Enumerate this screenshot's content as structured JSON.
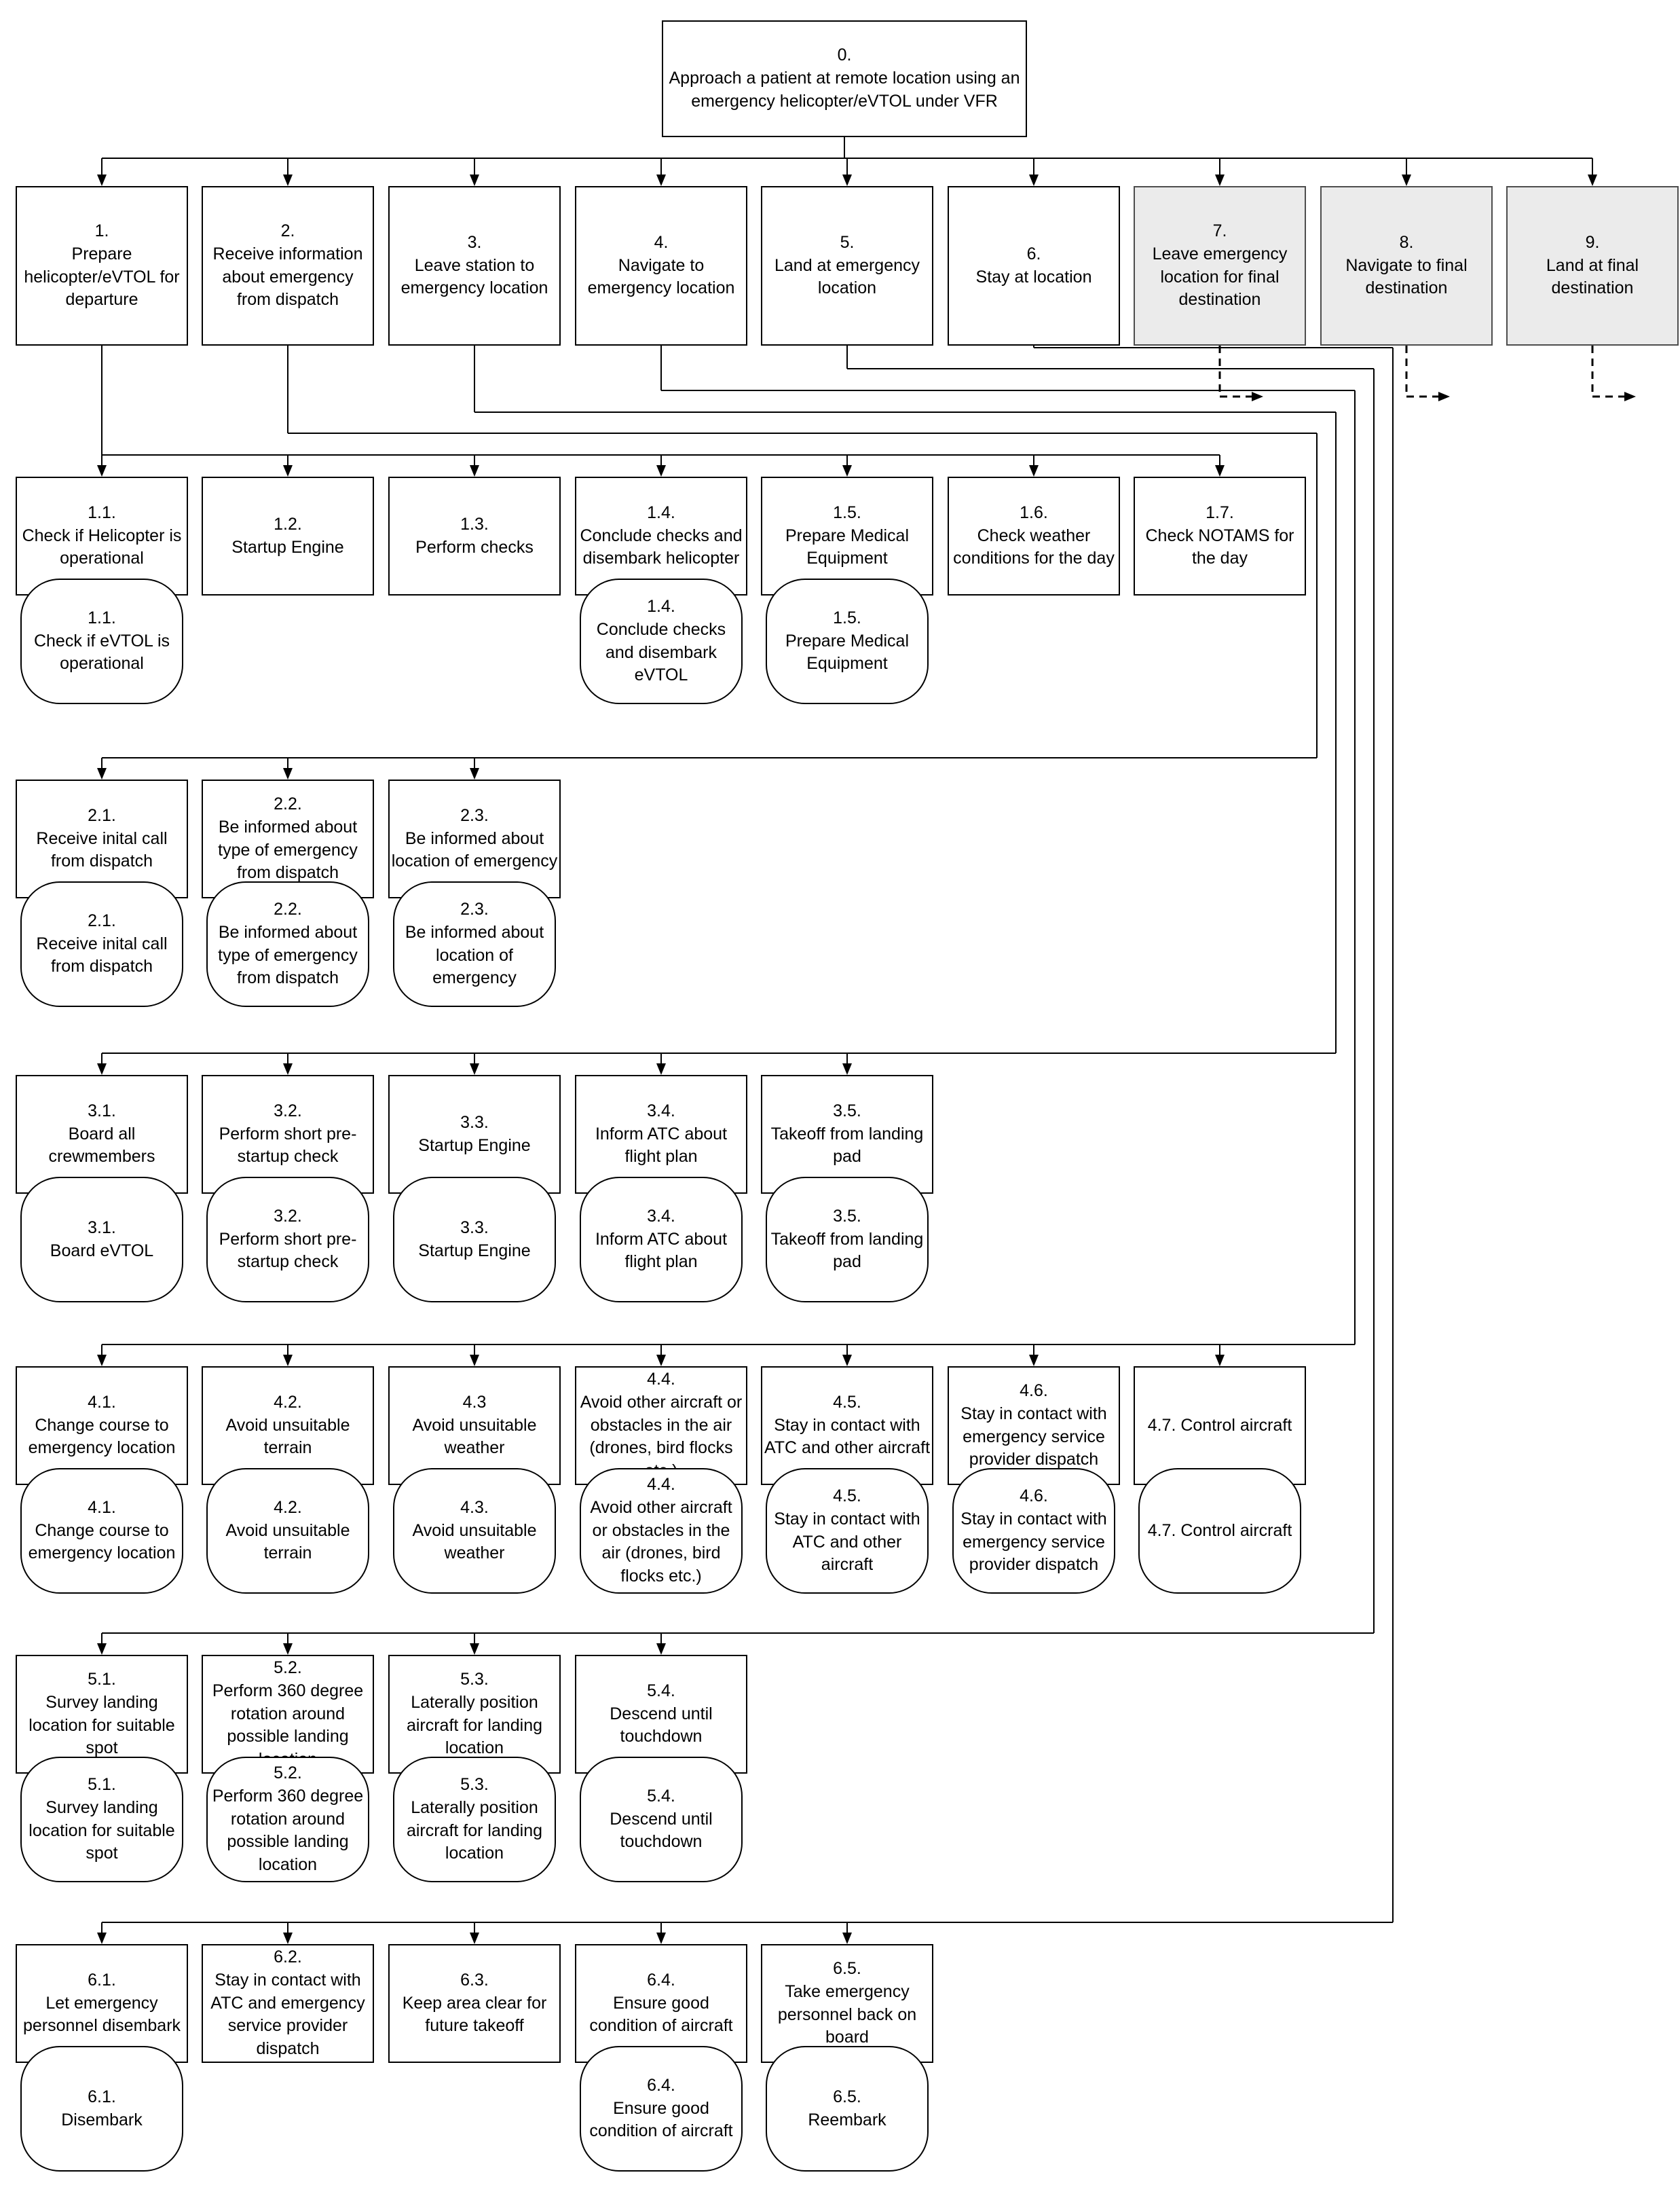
{
  "colors": {
    "background": "#ffffff",
    "line": "#000000",
    "box_border": "#000000",
    "box_fill": "#ffffff",
    "grey_box_fill": "#ebebeb",
    "grey_box_border": "#4d4d4d"
  },
  "diagram": {
    "root": {
      "num": "0.",
      "label": "Approach a patient at remote location using an emergency helicopter/eVTOL under VFR"
    },
    "top_row": [
      {
        "num": "1.",
        "label": "Prepare helicopter/eVTOL for departure",
        "grey": false,
        "dashed_exit": false
      },
      {
        "num": "2.",
        "label": "Receive information about emergency from dispatch",
        "grey": false,
        "dashed_exit": false
      },
      {
        "num": "3.",
        "label": "Leave station to emergency location",
        "grey": false,
        "dashed_exit": false
      },
      {
        "num": "4.",
        "label": "Navigate to emergency location",
        "grey": false,
        "dashed_exit": false
      },
      {
        "num": "5.",
        "label": "Land at emergency location",
        "grey": false,
        "dashed_exit": false
      },
      {
        "num": "6.",
        "label": "Stay at location",
        "grey": false,
        "dashed_exit": false
      },
      {
        "num": "7.",
        "label": "Leave emergency location for final destination",
        "grey": true,
        "dashed_exit": true
      },
      {
        "num": "8.",
        "label": "Navigate to final destination",
        "grey": true,
        "dashed_exit": true
      },
      {
        "num": "9.",
        "label": "Land at final destination",
        "grey": true,
        "dashed_exit": true
      }
    ],
    "sub_rows": [
      {
        "parent": 1,
        "items": [
          {
            "col": 1,
            "num": "1.1.",
            "label": "Check if Helicopter is operational",
            "alt": {
              "num": "1.1.",
              "label": "Check if eVTOL is operational"
            }
          },
          {
            "col": 2,
            "num": "1.2.",
            "label": "Startup Engine",
            "alt": null
          },
          {
            "col": 3,
            "num": "1.3.",
            "label": "Perform checks",
            "alt": null
          },
          {
            "col": 4,
            "num": "1.4.",
            "label": "Conclude checks and disembark helicopter",
            "alt": {
              "num": "1.4.",
              "label": "Conclude checks and disembark eVTOL"
            }
          },
          {
            "col": 5,
            "num": "1.5.",
            "label": "Prepare Medical Equipment",
            "alt": {
              "num": "1.5.",
              "label": "Prepare Medical Equipment"
            }
          },
          {
            "col": 6,
            "num": "1.6.",
            "label": "Check weather conditions for the day",
            "alt": null
          },
          {
            "col": 7,
            "num": "1.7.",
            "label": "Check NOTAMS for the day",
            "alt": null
          }
        ]
      },
      {
        "parent": 2,
        "items": [
          {
            "col": 1,
            "num": "2.1.",
            "label": "Receive inital call from dispatch",
            "alt": {
              "num": "2.1.",
              "label": "Receive inital call from dispatch"
            }
          },
          {
            "col": 2,
            "num": "2.2.",
            "label": "Be informed about type of emergency from dispatch",
            "alt": {
              "num": "2.2.",
              "label": "Be informed about type of emergency from dispatch"
            }
          },
          {
            "col": 3,
            "num": "2.3.",
            "label": "Be informed about location of emergency",
            "alt": {
              "num": "2.3.",
              "label": "Be informed about location of emergency"
            }
          }
        ]
      },
      {
        "parent": 3,
        "items": [
          {
            "col": 1,
            "num": "3.1.",
            "label": "Board all crewmembers",
            "alt": {
              "num": "3.1.",
              "label": "Board eVTOL"
            }
          },
          {
            "col": 2,
            "num": "3.2.",
            "label": "Perform short pre-startup check",
            "alt": {
              "num": "3.2.",
              "label": "Perform short pre-startup check"
            }
          },
          {
            "col": 3,
            "num": "3.3.",
            "label": "Startup Engine",
            "alt": {
              "num": "3.3.",
              "label": "Startup Engine"
            }
          },
          {
            "col": 4,
            "num": "3.4.",
            "label": "Inform ATC about flight plan",
            "alt": {
              "num": "3.4.",
              "label": "Inform ATC about flight plan"
            }
          },
          {
            "col": 5,
            "num": "3.5.",
            "label": "Takeoff from landing pad",
            "alt": {
              "num": "3.5.",
              "label": "Takeoff from landing pad"
            }
          }
        ]
      },
      {
        "parent": 4,
        "items": [
          {
            "col": 1,
            "num": "4.1.",
            "label": "Change course to emergency location",
            "alt": {
              "num": "4.1.",
              "label": "Change course to emergency location"
            }
          },
          {
            "col": 2,
            "num": "4.2.",
            "label": "Avoid unsuitable terrain",
            "alt": {
              "num": "4.2.",
              "label": "Avoid unsuitable terrain"
            }
          },
          {
            "col": 3,
            "num": "4.3",
            "label": "Avoid unsuitable weather",
            "alt": {
              "num": "4.3.",
              "label": "Avoid unsuitable weather"
            }
          },
          {
            "col": 4,
            "num": "4.4.",
            "label": "Avoid other aircraft or obstacles in the air (drones, bird flocks etc.)",
            "alt": {
              "num": "4.4.",
              "label": "Avoid other aircraft or obstacles in the air (drones, bird flocks etc.)"
            }
          },
          {
            "col": 5,
            "num": "4.5.",
            "label": "Stay in contact with ATC and other aircraft",
            "alt": {
              "num": "4.5.",
              "label": "Stay in contact with ATC and other aircraft"
            }
          },
          {
            "col": 6,
            "num": "4.6.",
            "label": "Stay in contact with emergency service provider dispatch",
            "alt": {
              "num": "4.6.",
              "label": "Stay in contact with emergency service provider dispatch"
            }
          },
          {
            "col": 7,
            "num": "",
            "label": "4.7. Control aircraft",
            "alt": {
              "num": "",
              "label": "4.7. Control aircraft"
            }
          }
        ]
      },
      {
        "parent": 5,
        "items": [
          {
            "col": 1,
            "num": "5.1.",
            "label": "Survey landing location for suitable spot",
            "alt": {
              "num": "5.1.",
              "label": "Survey landing location for suitable spot"
            }
          },
          {
            "col": 2,
            "num": "5.2.",
            "label": "Perform 360 degree rotation around possible landing location",
            "alt": {
              "num": "5.2.",
              "label": "Perform 360 degree rotation around possible landing location"
            }
          },
          {
            "col": 3,
            "num": "5.3.",
            "label": "Laterally position aircraft for landing location",
            "alt": {
              "num": "5.3.",
              "label": "Laterally position aircraft for landing location"
            }
          },
          {
            "col": 4,
            "num": "5.4.",
            "label": "Descend until touchdown",
            "alt": {
              "num": "5.4.",
              "label": "Descend until touchdown"
            }
          }
        ]
      },
      {
        "parent": 6,
        "items": [
          {
            "col": 1,
            "num": "6.1.",
            "label": "Let emergency personnel disembark",
            "alt": {
              "num": "6.1.",
              "label": "Disembark"
            }
          },
          {
            "col": 2,
            "num": "6.2.",
            "label": "Stay in contact with ATC and emergency service provider dispatch",
            "alt": null
          },
          {
            "col": 3,
            "num": "6.3.",
            "label": "Keep area clear for future takeoff",
            "alt": null
          },
          {
            "col": 4,
            "num": "6.4.",
            "label": "Ensure good condition of aircraft",
            "alt": {
              "num": "6.4.",
              "label": "Ensure good condition of aircraft"
            }
          },
          {
            "col": 5,
            "num": "6.5.",
            "label": "Take emergency personnel back on board",
            "alt": {
              "num": "6.5.",
              "label": "Reembark"
            }
          }
        ]
      }
    ]
  }
}
